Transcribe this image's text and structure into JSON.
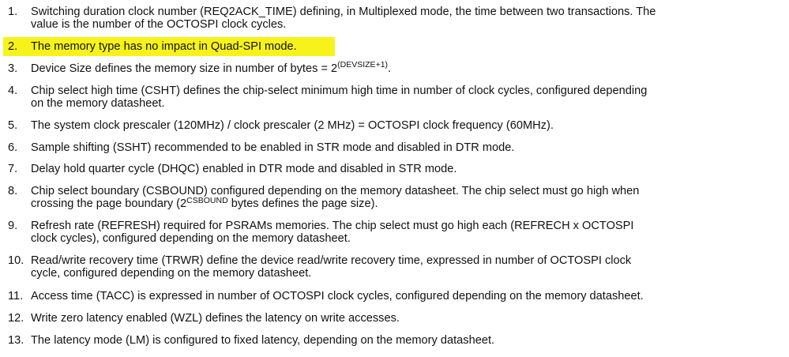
{
  "highlight_color": "#f7f31a",
  "items": [
    {
      "number": "1.",
      "line1": "Switching duration clock number (REQ2ACK_TIME) defining, in Multiplexed mode, the time between two transactions. The",
      "line2": "value is the number of the OCTOSPI clock cycles."
    },
    {
      "number": "2.",
      "line1": "The memory type has no impact in Quad-SPI mode.",
      "highlighted": true
    },
    {
      "number": "3.",
      "line1": "Device Size defines the memory size in number of bytes = 2",
      "superscript": "(DEVSIZE+1)",
      "line1_end": "."
    },
    {
      "number": "4.",
      "line1": "Chip select high time (CSHT) defines the chip-select minimum high time in number of clock cycles, configured depending",
      "line2": "on the memory datasheet."
    },
    {
      "number": "5.",
      "line1": "The system clock prescaler (120MHz) / clock prescaler (2 MHz) = OCTOSPI clock frequency (60MHz)."
    },
    {
      "number": "6.",
      "line1": "Sample shifting (SSHT) recommended to be enabled in STR mode and disabled in DTR mode."
    },
    {
      "number": "7.",
      "line1": "Delay hold quarter cycle (DHQC) enabled in DTR mode and disabled in STR mode."
    },
    {
      "number": "8.",
      "line1": "Chip select boundary (CSBOUND) configured depending on the memory datasheet. The chip select must go high when",
      "line2_start": "crossing the page boundary (2",
      "superscript": "CSBOUND",
      "line2_end": " bytes defines the page size)."
    },
    {
      "number": "9.",
      "line1": "Refresh rate (REFRESH) required for PSRAMs memories. The chip select must go high each (REFRECH x OCTOSPI",
      "line2": "clock cycles), configured depending on the memory datasheet."
    },
    {
      "number": "10.",
      "line1": "Read/write recovery time (TRWR) define the device read/write recovery time, expressed in number of OCTOSPI clock",
      "line2": "cycle, configured depending on the memory datasheet."
    },
    {
      "number": "11.",
      "line1": "Access time (TACC) is expressed in number of OCTOSPI clock cycles, configured depending on the memory datasheet."
    },
    {
      "number": "12.",
      "line1": "Write zero latency enabled (WZL) defines the latency on write accesses."
    },
    {
      "number": "13.",
      "line1": "The latency mode (LM) is configured to fixed latency, depending on the memory datasheet."
    }
  ]
}
